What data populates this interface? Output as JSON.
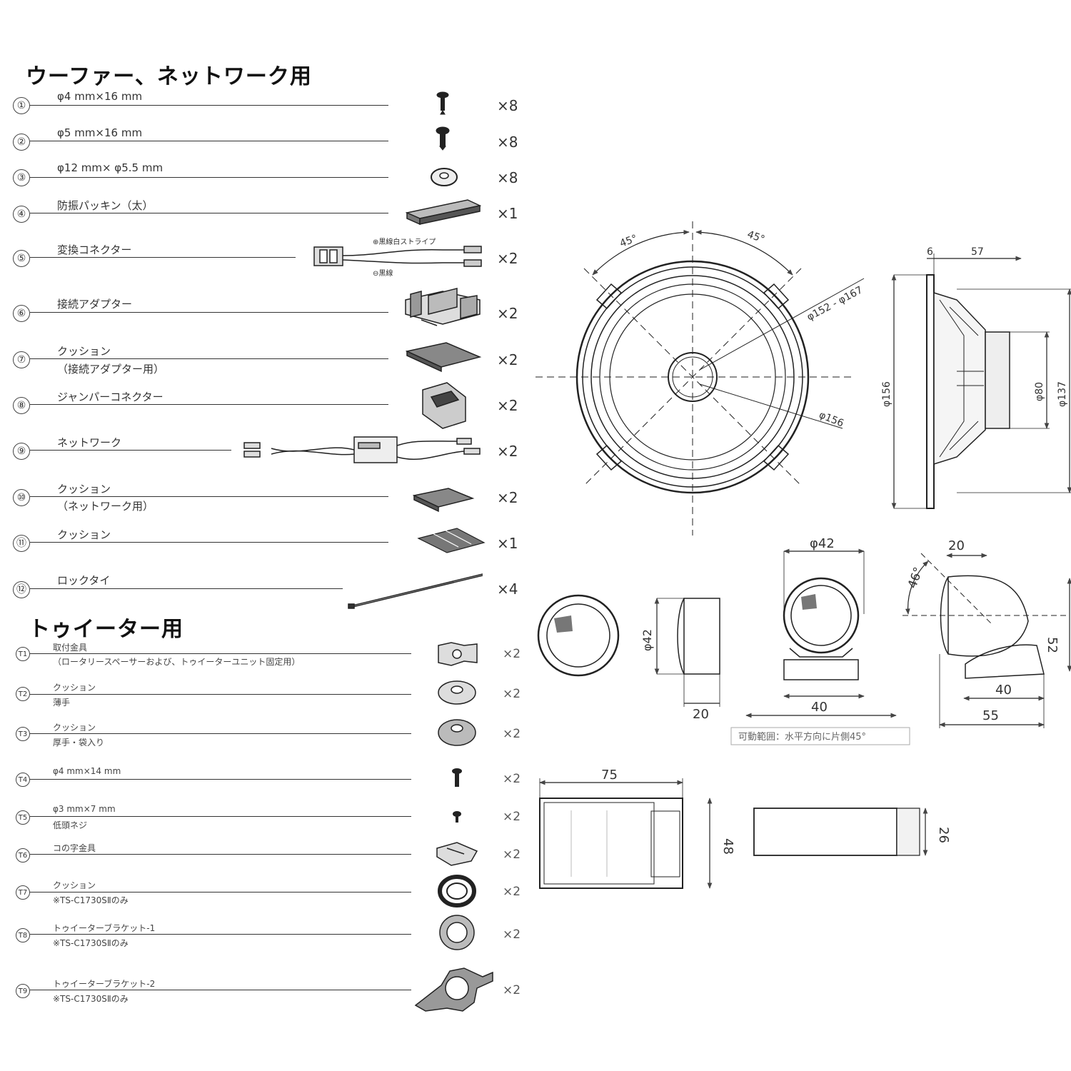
{
  "sections": {
    "woofer_title": "ウーファー、ネットワーク用",
    "tweeter_title": "トゥイーター用"
  },
  "woofer_parts": [
    {
      "num": "①",
      "label": "φ4 mm×16 mm",
      "sub": "",
      "qty": "×8",
      "icon": "screw-icon"
    },
    {
      "num": "②",
      "label": "φ5 mm×16 mm",
      "sub": "",
      "qty": "×8",
      "icon": "screw-icon"
    },
    {
      "num": "③",
      "label": "φ12 mm× φ5.5 mm",
      "sub": "",
      "qty": "×8",
      "icon": "washer-icon"
    },
    {
      "num": "④",
      "label": "防振パッキン（太）",
      "sub": "",
      "qty": "×1",
      "icon": "packing-icon"
    },
    {
      "num": "⑤",
      "label": "変換コネクター",
      "sub": "",
      "qty": "×2",
      "icon": "connector-cable-icon",
      "notes": [
        "⊕黒線白ストライプ",
        "⊖黒線"
      ]
    },
    {
      "num": "⑥",
      "label": "接続アダプター",
      "sub": "",
      "qty": "×2",
      "icon": "adapter-icon"
    },
    {
      "num": "⑦",
      "label": "クッション",
      "sub": "（接続アダプター用）",
      "qty": "×2",
      "icon": "cushion-pad-icon"
    },
    {
      "num": "⑧",
      "label": "ジャンパーコネクター",
      "sub": "",
      "qty": "×2",
      "icon": "jumper-connector-icon"
    },
    {
      "num": "⑨",
      "label": "ネットワーク",
      "sub": "",
      "qty": "×2",
      "icon": "network-box-icon"
    },
    {
      "num": "⑩",
      "label": "クッション",
      "sub": "（ネットワーク用）",
      "qty": "×2",
      "icon": "cushion-pad-icon"
    },
    {
      "num": "⑪",
      "label": "クッション",
      "sub": "",
      "qty": "×1",
      "icon": "cushion-strips-icon"
    },
    {
      "num": "⑫",
      "label": "ロックタイ",
      "sub": "",
      "qty": "×4",
      "icon": "cable-tie-icon"
    }
  ],
  "tweeter_parts": [
    {
      "num": "T1",
      "label": "取付金具",
      "sub": "（ロータリースペーサーおよび、トゥイーターユニット固定用）",
      "qty": "×2",
      "icon": "mount-bracket-icon"
    },
    {
      "num": "T2",
      "label": "クッション",
      "sub": "薄手",
      "qty": "×2",
      "icon": "ring-cushion-icon"
    },
    {
      "num": "T3",
      "label": "クッション",
      "sub": "厚手・袋入り",
      "qty": "×2",
      "icon": "ring-cushion-icon"
    },
    {
      "num": "T4",
      "label": "φ4 mm×14 mm",
      "sub": "",
      "qty": "×2",
      "icon": "screw-icon"
    },
    {
      "num": "T5",
      "label": "φ3 mm×7 mm",
      "sub": "低頭ネジ",
      "qty": "×2",
      "icon": "screw-icon"
    },
    {
      "num": "T6",
      "label": "コの字金具",
      "sub": "",
      "qty": "×2",
      "icon": "u-bracket-icon"
    },
    {
      "num": "T7",
      "label": "クッション",
      "sub": "※TS-C1730SⅡのみ",
      "qty": "×2",
      "icon": "ring-icon"
    },
    {
      "num": "T8",
      "label": "トゥイーターブラケット-1",
      "sub": "※TS-C1730SⅡのみ",
      "qty": "×2",
      "icon": "tweeter-bracket-icon"
    },
    {
      "num": "T9",
      "label": "トゥイーターブラケット-2",
      "sub": "※TS-C1730SⅡのみ",
      "qty": "×2",
      "icon": "tweeter-bracket-icon"
    }
  ],
  "dimensions": {
    "woofer_front": {
      "angle_left": "45°",
      "angle_right": "45°",
      "dia_mount": "φ152 - φ167",
      "dia_outer": "φ156"
    },
    "woofer_side": {
      "top_flange": "6",
      "depth": "57",
      "dia_frame": "φ156",
      "dia_magnet": "φ80",
      "dia_body": "φ137"
    },
    "tweeter_front": {},
    "tweeter_side": {
      "height": "φ42",
      "depth": "20"
    },
    "tweeter_stand_front": {
      "dia": "φ42",
      "base": "40",
      "range": "40",
      "note": "可動範囲：水平方向に片側45°"
    },
    "tweeter_stand_side": {
      "angle": "46°",
      "top": "20",
      "height": "52",
      "base": "40",
      "total": "55"
    },
    "network_top": {
      "width": "75",
      "height": "48"
    },
    "network_side": {
      "height": "26"
    }
  }
}
